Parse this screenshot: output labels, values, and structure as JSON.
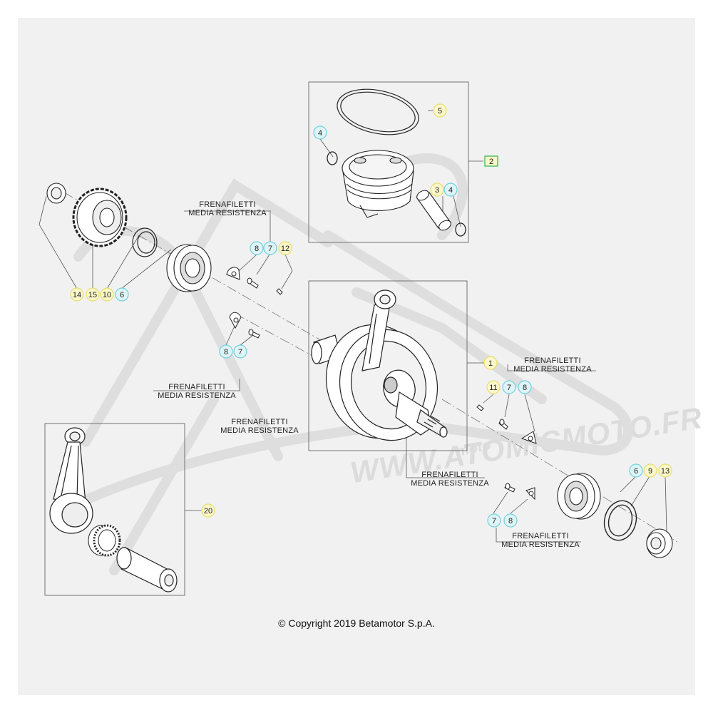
{
  "diagram": {
    "colors": {
      "badge_yellow": "#fbf7c9",
      "badge_blue": "#dff4f7",
      "badge_yellow_border": "#e7de6b",
      "badge_blue_border": "#6dd0dc",
      "badge_green_border": "#2db34a"
    },
    "notes": {
      "top_label_1": "FRENAFILETTI",
      "top_label_2": "MEDIA RESISTENZA",
      "mid_left_label_1": "FRENAFILETTI",
      "mid_left_label_2": "MEDIA RESISTENZA",
      "center_label_1": "FRENAFILETTI",
      "center_label_2": "MEDIA RESISTENZA",
      "right_label_1": "FRENAFILETTI",
      "right_label_2": "MEDIA RESISTENZA",
      "lower_center_label_1": "FRENAFILETTI",
      "lower_center_label_2": "MEDIA RESISTENZA",
      "bottom_right_label_1": "FRENAFILETTI",
      "bottom_right_label_2": "MEDIA RESISTENZA"
    },
    "part_numbers": {
      "piston_ring": "5",
      "circlip_left": "4",
      "piston_kit": "2",
      "piston_pin": "3",
      "circlip_right": "4",
      "crankshaft": "1",
      "conrod_kit": "20",
      "nut_left": "14",
      "gear": "15",
      "seal_left": "10",
      "bearing_left": "6",
      "plate_top": "8",
      "screw_top": "7",
      "key_top": "12",
      "plate_mid": "8",
      "screw_mid": "7",
      "key_right": "11",
      "screw_right": "7",
      "plate_right": "8",
      "bearing_right": "6",
      "seal_right": "9",
      "nut_right": "13",
      "screw_bottom": "7",
      "plate_bottom": "8"
    },
    "watermark": {
      "brand": "moto",
      "url": "WWW.ATOMICMOTO.FR"
    },
    "copyright": "© Copyright 2019 Betamotor S.p.A."
  }
}
